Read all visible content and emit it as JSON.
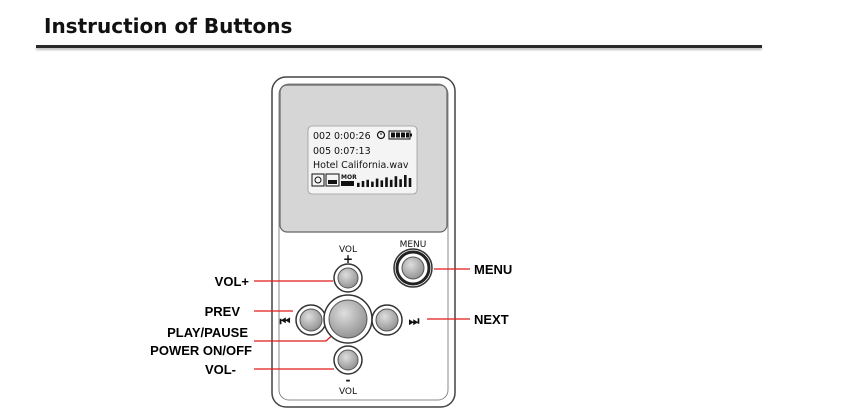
{
  "header": {
    "title": "Instruction of Buttons"
  },
  "screen": {
    "line1_track": "002",
    "line1_time": "0:00:26",
    "line2_track": "005",
    "line2_time": "0:07:13",
    "song": "Hotel California.wav",
    "mode_badge": "MOR",
    "eq_levels": [
      0.35,
      0.5,
      0.6,
      0.45,
      0.7,
      0.55,
      0.8,
      0.6,
      0.9,
      0.65,
      1.0,
      0.75
    ]
  },
  "buttons": {
    "vol_up_caption": "VOL",
    "vol_up_symbol": "+",
    "vol_down_caption": "VOL",
    "vol_down_symbol": "-",
    "menu_caption": "MENU",
    "prev_symbol": "⏮",
    "next_symbol": "⏭"
  },
  "callouts": {
    "vol_up": "VOL+",
    "prev": "PREV",
    "play_pause": "PLAY/PAUSE",
    "power": "POWER ON/OFF",
    "vol_down": "VOL-",
    "menu": "MENU",
    "next": "NEXT"
  },
  "colors": {
    "leader": "#e11b1b",
    "button": "#b0b0b0",
    "screen": "#d8d8d8",
    "body": "#ffffff"
  }
}
